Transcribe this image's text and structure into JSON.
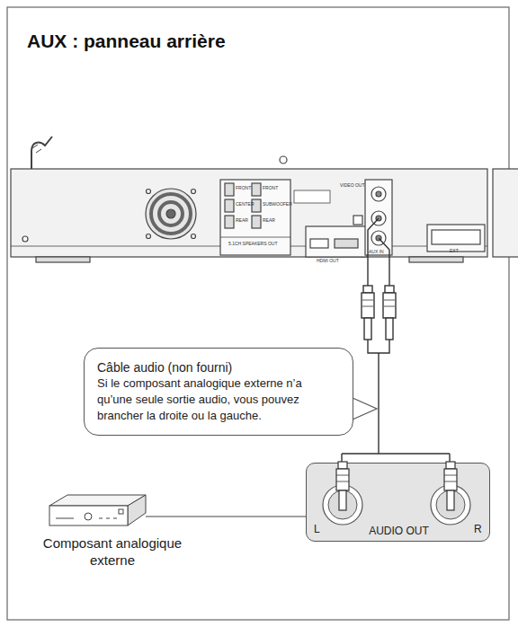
{
  "diagram": {
    "title": "AUX : panneau arrière",
    "nodes": [
      {
        "text": [
          "Câble audio (non fourni)",
          "Si le composant analogique externe n’a qu’une seule sortie audio, vous pouvez brancher la droite ou la gauche."
        ]
      },
      {
        "text": [
          "L",
          "R",
          "AUDIO OUT"
        ]
      },
      {
        "text": [
          "Composant analogique externe"
        ]
      }
    ],
    "edges": [
      {
        "from": 2,
        "to": 1,
        "arrow": "none"
      }
    ],
    "labels": [
      "FRONT",
      "FRONT",
      "CENTER",
      "SUBWOOFER",
      "REAR",
      "REAR",
      "5.1CH SPEAKERS OUT",
      "VIDEO OUT",
      "HDMI OUT",
      "AUX IN",
      "EXT"
    ]
  }
}
